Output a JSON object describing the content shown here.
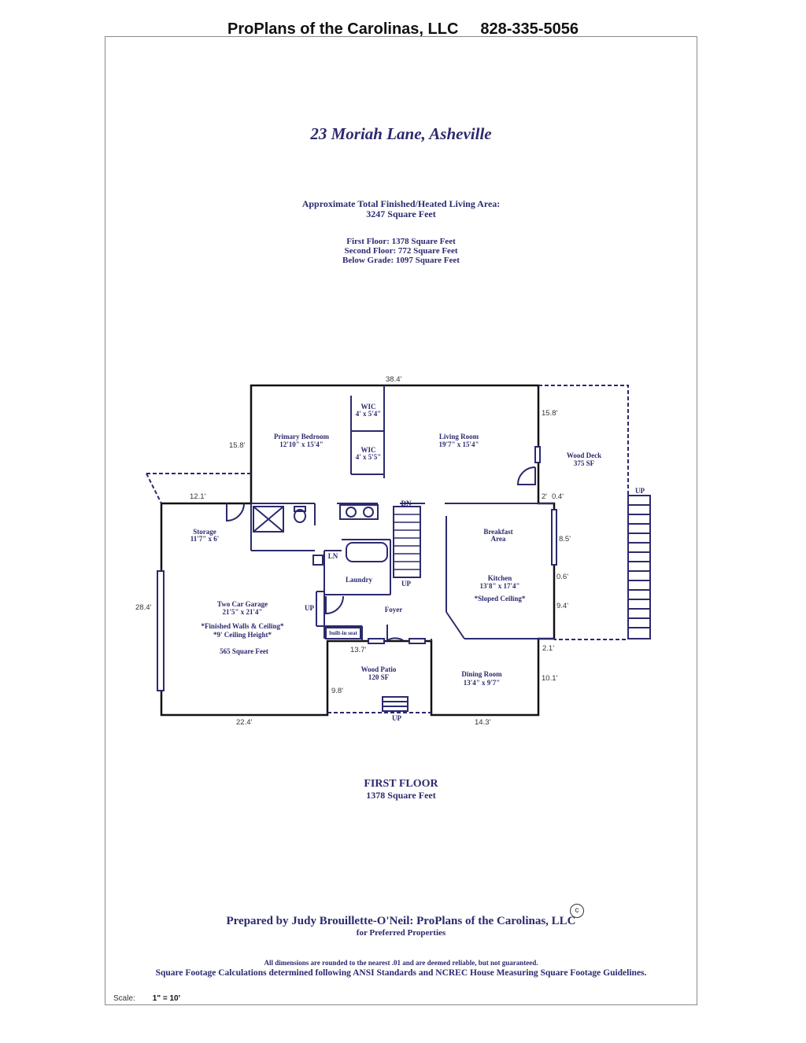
{
  "header": {
    "company": "ProPlans of the Carolinas, LLC",
    "phone": "828-335-5056"
  },
  "title": "23 Moriah Lane, Asheville",
  "summary": {
    "line1": "Approximate Total Finished/Heated Living Area:",
    "line2": "3247 Square Feet",
    "first_floor": "First Floor:  1378 Square Feet",
    "second_floor": "Second Floor:  772 Square Feet",
    "below_grade": "Below Grade:  1097 Square Feet"
  },
  "rooms": {
    "primary_name": "Primary Bedroom",
    "primary_dim": "12'10\" x 15'4\"",
    "wic1_name": "WIC",
    "wic1_dim": "4' x 5'4\"",
    "wic2_name": "WIC",
    "wic2_dim": "4' x 5'5\"",
    "living_name": "Living Room",
    "living_dim": "19'7\" x 15'4\"",
    "deck_name": "Wood Deck",
    "deck_area": "375 SF",
    "storage_name": "Storage",
    "storage_dim": "11'7\" x 6'",
    "breakfast_line1": "Breakfast",
    "breakfast_line2": "Area",
    "kitchen_name": "Kitchen",
    "kitchen_dim": "13'8\" x 17'4\"",
    "kitchen_note": "*Sloped Ceiling*",
    "laundry": "Laundry",
    "ln": "LN",
    "foyer": "Foyer",
    "builtin": "built-in seat",
    "garage_name": "Two Car Garage",
    "garage_dim": "21'5\" x 21'4\"",
    "garage_note1": "*Finished Walls & Ceiling*",
    "garage_note2": "*9' Ceiling Height*",
    "garage_area": "565 Square Feet",
    "patio_name": "Wood Patio",
    "patio_area": "120 SF",
    "dining_name": "Dining Room",
    "dining_dim": "13'4\" x 9'7\"",
    "dn": "DN",
    "up_stair": "UP",
    "up_garage": "UP",
    "up_deck": "UP",
    "up_patio": "UP"
  },
  "dimensions": {
    "top": "38.4'",
    "left_upper": "15.8'",
    "right_upper": "15.8'",
    "storage_top": "12.1'",
    "garage_left": "28.4'",
    "garage_bottom": "22.4'",
    "patio_top": "13.7'",
    "patio_left": "9.8'",
    "dining_bottom": "14.3'",
    "r_2": "2'",
    "r_04": "0.4'",
    "r_85": "8.5'",
    "r_06": "0.6'",
    "r_94": "9.4'",
    "r_21": "2.1'",
    "r_101": "10.1'"
  },
  "floor_label": {
    "name": "FIRST FLOOR",
    "area": "1378 Square Feet"
  },
  "footer": {
    "prepared_by": "Prepared by Judy Brouillette-O'Neil: ProPlans of the Carolinas, LLC",
    "copyright": "c",
    "for": "for Preferred Properties",
    "disclaimer": "All dimensions are rounded to the nearest .01 and are deemed reliable, but not guaranteed.",
    "standards": "Square Footage Calculations determined following ANSI Standards and NCREC House Measuring Square Footage Guidelines.",
    "scale_label": "Scale:",
    "scale_value": "1\" = 10'"
  },
  "colors": {
    "ink": "#2b2a6e",
    "wall": "#111111"
  }
}
